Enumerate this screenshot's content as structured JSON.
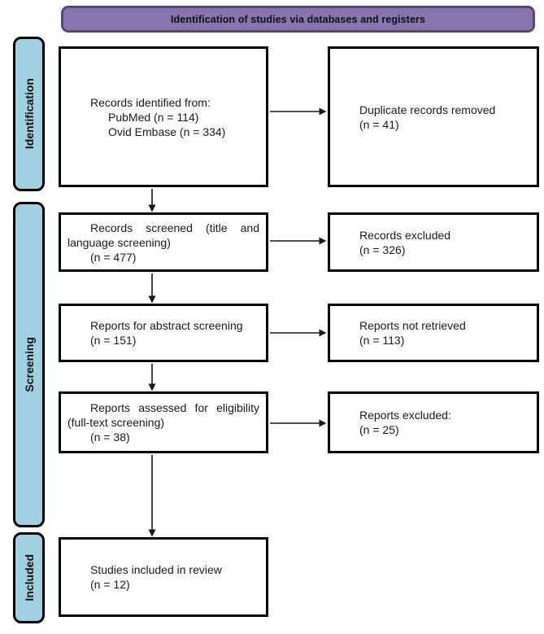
{
  "banner": {
    "title": "Identification of studies via databases and registers"
  },
  "stages": [
    {
      "label": "Identification"
    },
    {
      "label": "Screening"
    },
    {
      "label": "Included"
    }
  ],
  "boxes": {
    "records_identified": {
      "lines": [
        "Records identified from:",
        "PubMed (n = 114)",
        "Ovid Embase (n = 334)"
      ]
    },
    "duplicates_removed": {
      "lines": [
        "Duplicate records removed",
        "(n = 41)"
      ]
    },
    "records_screened": {
      "lines": [
        "Records screened (title and language screening)",
        "(n = 477)"
      ]
    },
    "records_excluded": {
      "lines": [
        "Records excluded",
        "(n = 326)"
      ]
    },
    "abstract_screening": {
      "lines": [
        "Reports for abstract screening",
        "(n = 151)"
      ]
    },
    "reports_not_retrieved": {
      "lines": [
        "Reports not retrieved",
        "(n = 113)"
      ]
    },
    "assessed_eligibility": {
      "lines": [
        "Reports assessed for eligibility (full-text screening)",
        "(n = 38)"
      ]
    },
    "reports_excluded": {
      "lines": [
        "Reports excluded:",
        "(n = 25)"
      ]
    },
    "studies_included": {
      "lines": [
        "Studies included in review",
        "(n = 12)"
      ]
    }
  },
  "colors": {
    "banner_fill": "#8974ad",
    "banner_border": "#5b4677",
    "stage_fill": "#a0d0e2",
    "box_border": "#000000",
    "text": "#1a1a1a"
  }
}
